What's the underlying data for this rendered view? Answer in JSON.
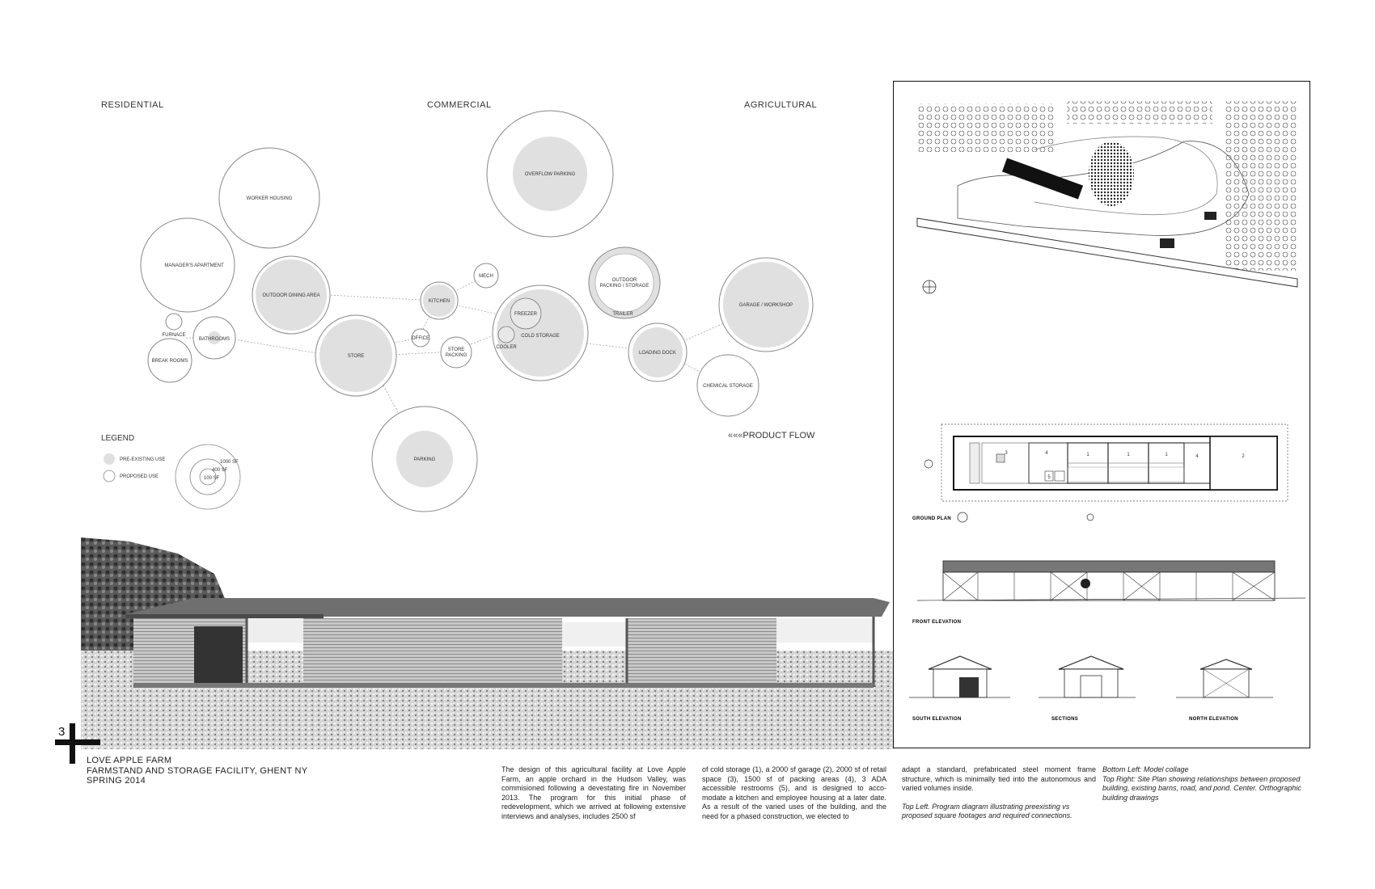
{
  "categories": {
    "residential": "RESIDENTIAL",
    "commercial": "COMMERCIAL",
    "agricultural": "AGRICULTURAL"
  },
  "bubbles": {
    "worker_housing": "WORKER HOUSING",
    "managers_apartment": "MANAGER'S APARTMENT",
    "outdoor_dining": "OUTDOOR DINING AREA",
    "furnace": "FURNACE",
    "bathrooms": "BATHROOMS",
    "break_rooms": "BREAK ROOMS",
    "store": "STORE",
    "office": "OFFICE",
    "kitchen": "KITCHEN",
    "mech": "MECH",
    "overflow_parking": "OVERFLOW PARKING",
    "freezer": "FREEZER",
    "cold_storage": "COLD STORAGE",
    "cooler": "COOLER",
    "store_packing_1": "STORE",
    "store_packing_2": "PACKING",
    "outdoor_packing_1": "OUTDOOR",
    "outdoor_packing_2": "PACKING / STORAGE",
    "trailer": "TRAILER",
    "loading_dock": "LOADING DOCK",
    "garage_workshop": "GARAGE / WORKSHOP",
    "chemical_storage": "CHEMICAL STORAGE",
    "parking": "PARKING"
  },
  "legend": {
    "title": "LEGEND",
    "preexisting": "PRE-EXISTING USE",
    "proposed": "PROPOSED USE",
    "size_1000": "1000 SF",
    "size_400": "400 SF",
    "size_100": "100 SF"
  },
  "product_flow": {
    "arrows": "«««",
    "label": "PRODUCT FLOW"
  },
  "page_number": "3",
  "project": {
    "line1": "LOVE APPLE FARM",
    "line2": "FARMSTAND AND STORAGE FACILITY, GHENT NY",
    "line3": "SPRING 2014"
  },
  "text_columns": {
    "col1": "The design of this agricultural facility at Love Apple Farm, an apple orchard in the Hudson Valley, was commisioned following a devestating fire in November 2013. The program for this initial phase of redevelopment, which we arrived at following extensive interviews and analyses, includes 2500 sf",
    "col2": "of cold storage (1), a 2000 sf garage (2), 2000 sf of retail space (3), 1500 sf of packing areas (4), 3 ADA accessible restrooms (5), and is designed to acco-modate a kitchen and employee housing at a later date. As a result of the varied uses of the building, and the need for a phased construction, we elected to",
    "col3": "adapt a standard, prefabricated steel moment frame structure, which is minimally tied into the autonomous and varied volumes inside.",
    "col3_caption": "Top Left. Program diagram illustrating preexisting vs proposed square footages and required connections.",
    "col4_caption": "Bottom Left: Model collage\nTop Right: Site Plan showing relationships between proposed building, existing barns, road, and pond. Center. Orthographic building drawings"
  },
  "drawings": {
    "ground_plan": "GROUND PLAN",
    "front_elevation": "FRONT ELEVATION",
    "south_elevation": "SOUTH ELEVATION",
    "sections": "SECTIONS",
    "north_elevation": "NORTH ELEVATION",
    "plan_numbers": [
      "4",
      "1",
      "1",
      "1",
      "4",
      "2",
      "5",
      "3"
    ]
  }
}
